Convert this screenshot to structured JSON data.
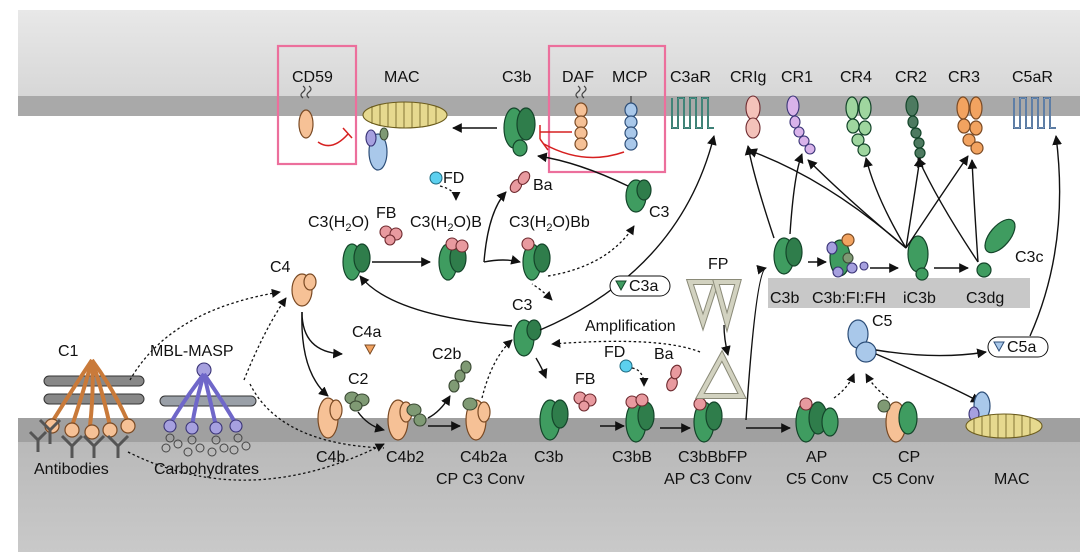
{
  "labels": {
    "cd59": "CD59",
    "mac_top": "MAC",
    "c3b_top": "C3b",
    "daf": "DAF",
    "mcp": "MCP",
    "c3ar": "C3aR",
    "crig": "CRIg",
    "cr1": "CR1",
    "cr4": "CR4",
    "cr2": "CR2",
    "cr3": "CR3",
    "c5ar": "C5aR",
    "fd_top": "FD",
    "ba_top": "Ba",
    "c3_h2o": "C3(H",
    "c3_h2o_b": "C3(H",
    "c3_h2o_bb": "C3(H",
    "sub2": "2",
    "o": "O)",
    "ob": "O)B",
    "obb": "O)Bb",
    "fb_top": "FB",
    "c3_right": "C3",
    "c4": "C4",
    "c4a": "C4a",
    "c3_mid": "C3",
    "c3a": "C3a",
    "fp": "FP",
    "amplification": "Amplification",
    "c2b": "C2b",
    "c2": "C2",
    "fd_mid": "FD",
    "ba_mid": "Ba",
    "fb_mid": "FB",
    "c1": "C1",
    "mbl_masp": "MBL-MASP",
    "antibodies": "Antibodies",
    "carbohydrates": "Carbohydrates",
    "c4b": "C4b",
    "c4b2": "C4b2",
    "c4b2a": "C4b2a",
    "cp_c3_conv": "CP C3 Conv",
    "c3b_bottom": "C3b",
    "c3bb": "C3bB",
    "c3bbbfp": "C3bBbFP",
    "ap_c3_conv": "AP C3 Conv",
    "ap": "AP",
    "ap_c5_conv": "C5 Conv",
    "cp": "CP",
    "cp_c5_conv": "C5 Conv",
    "mac_bottom": "MAC",
    "c3b_right": "C3b",
    "c3b_fi_fh": "C3b:FI:FH",
    "ic3b": "iC3b",
    "c3dg": "C3dg",
    "c3c": "C3c",
    "c5": "C5",
    "c5a": "C5a"
  },
  "colors": {
    "membrane_top": "#a9a9a9",
    "membrane_bottom": "#aaaaaa",
    "highlight_box": "#ec6f9c",
    "inhibition": "#d62020"
  }
}
